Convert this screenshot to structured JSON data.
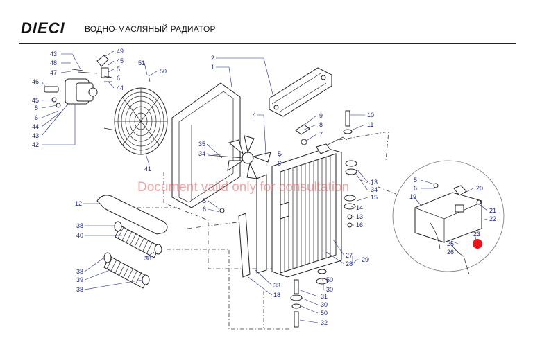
{
  "header": {
    "brand": "DIECI",
    "title": "ВОДНО-МАСЛЯНЫЙ РАДИАТОР"
  },
  "watermark": "Document valid only for consultation",
  "callouts": {
    "c43a": "43",
    "c48": "48",
    "c47": "47",
    "c49": "49",
    "c45a": "45",
    "c5a": "5",
    "c6a": "6",
    "c44a": "44",
    "c46": "46",
    "c45b": "45",
    "c5b": "5",
    "c6b": "6",
    "c44b": "44",
    "c43b": "43",
    "c42": "42",
    "c51": "51",
    "c50a": "50",
    "c41": "41",
    "c2": "2",
    "c1": "1",
    "c4": "4",
    "c9": "9",
    "c8": "8",
    "c7": "7",
    "c10": "10",
    "c11": "11",
    "c35": "35",
    "c34a": "34",
    "c5c": "5",
    "c6c": "6",
    "c13a": "13",
    "c34b": "34",
    "c15": "15",
    "c14": "14",
    "c13b": "13",
    "c16": "16",
    "c12": "12",
    "c5d": "5",
    "c6d": "6",
    "c38a": "38",
    "c40": "40",
    "c38b": "38",
    "c38c": "38",
    "c39": "39",
    "c38d": "38",
    "c27": "27",
    "c29": "29",
    "c28": "28",
    "c50b": "50",
    "c30a": "30",
    "c33": "33",
    "c18": "18",
    "c31": "31",
    "c30b": "30",
    "c50c": "50",
    "c32": "32",
    "c5e": "5",
    "c6e": "6",
    "c20": "20",
    "c19": "19",
    "c21": "21",
    "c22": "22",
    "c23": "23",
    "c25": "25",
    "c26": "26"
  },
  "colors": {
    "callout": "#1f2b7a",
    "marker": "#e8141c",
    "watermark": "#e06060"
  }
}
